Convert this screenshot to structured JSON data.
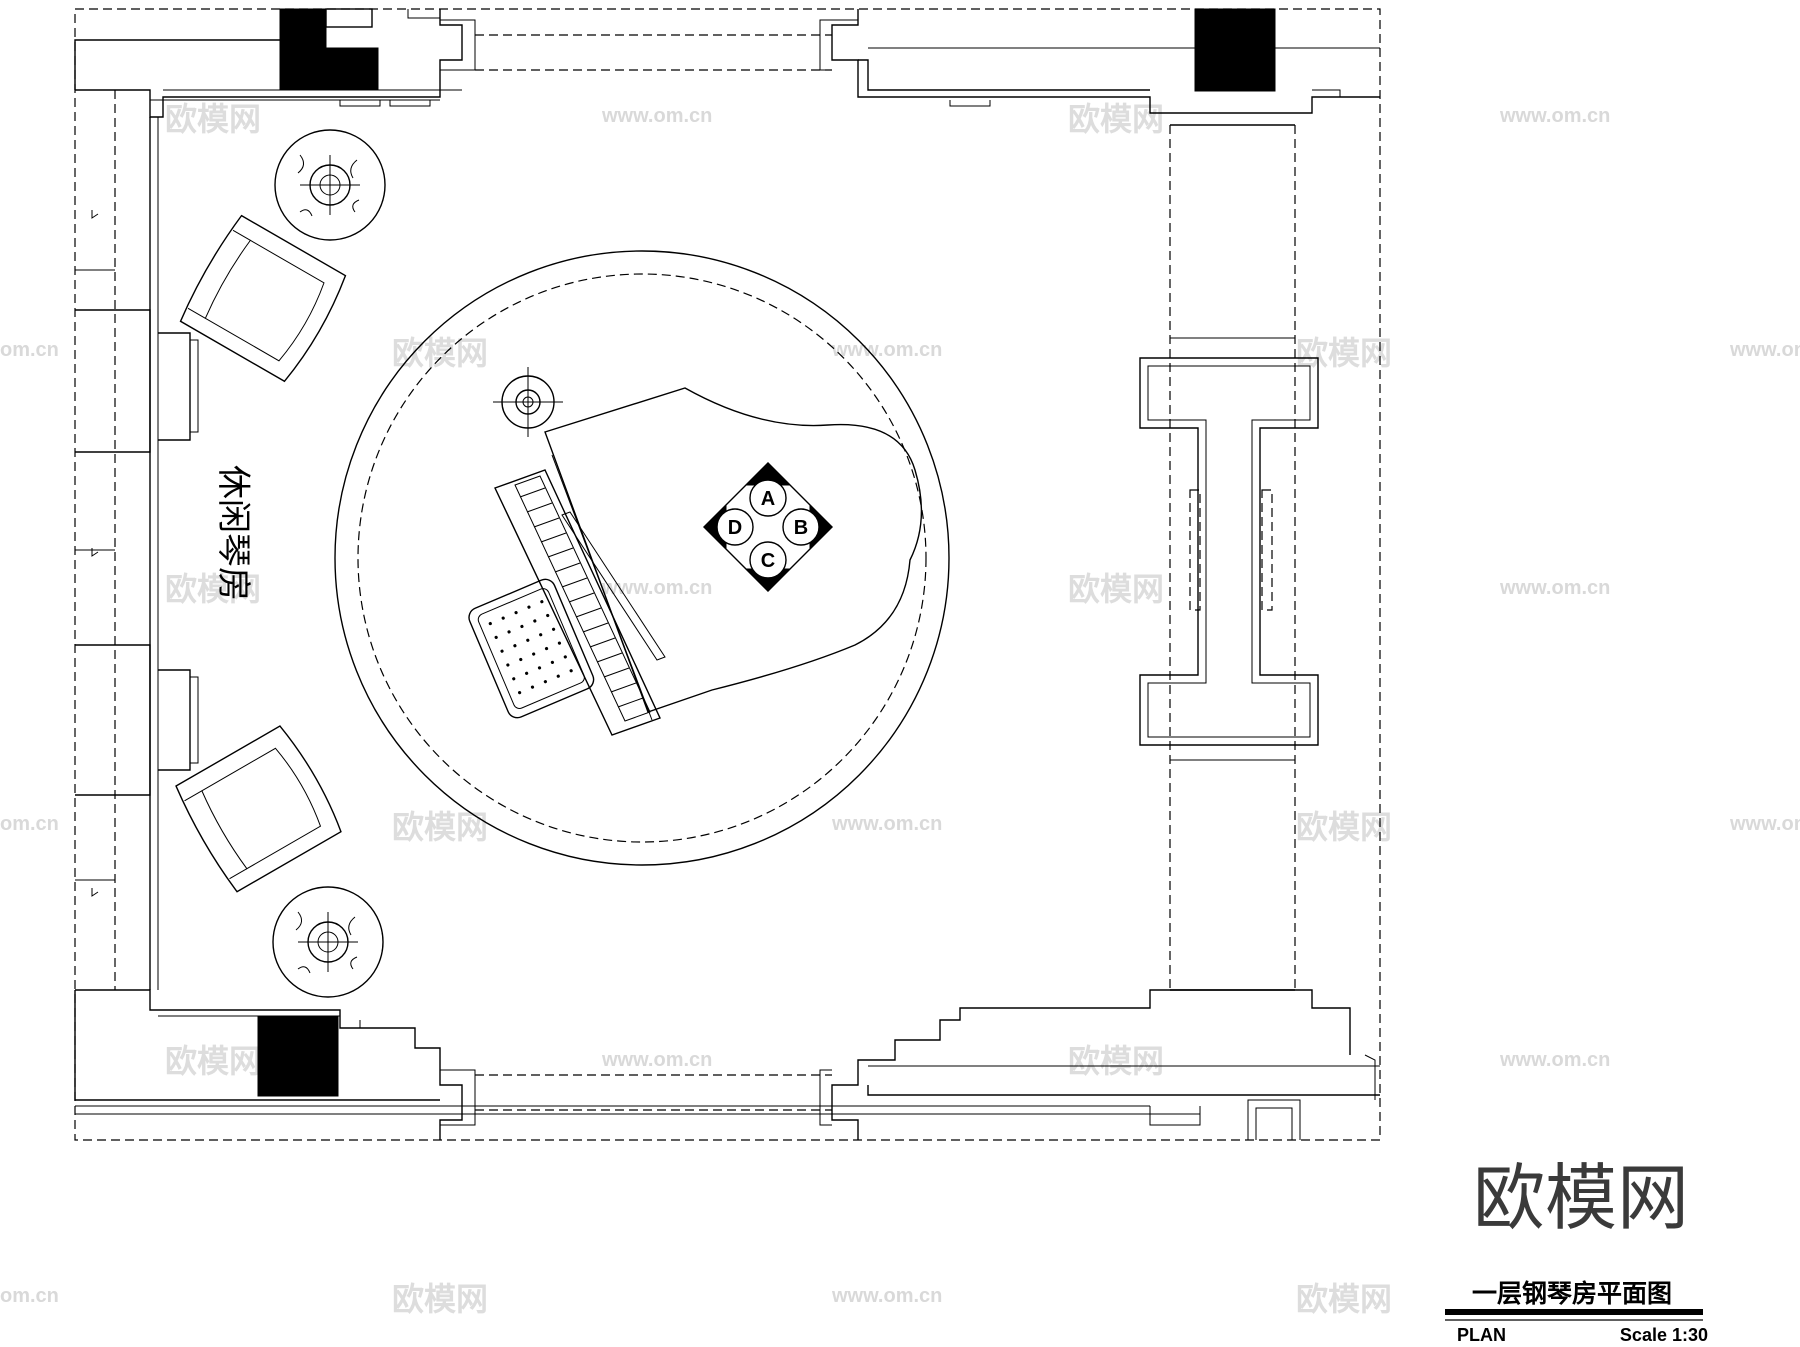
{
  "room_label": "休闲琴房",
  "section_bubbles": [
    "A",
    "B",
    "C",
    "D"
  ],
  "brand_logo": "欧模网",
  "watermark": {
    "url": "www.om.cn",
    "url_edge": "om.cn",
    "url_edge_left": "www.om.c",
    "cjk": "欧模网"
  },
  "title_block": {
    "title": "一层钢琴房平面图",
    "plan": "PLAN",
    "scale": "Scale 1:30"
  }
}
